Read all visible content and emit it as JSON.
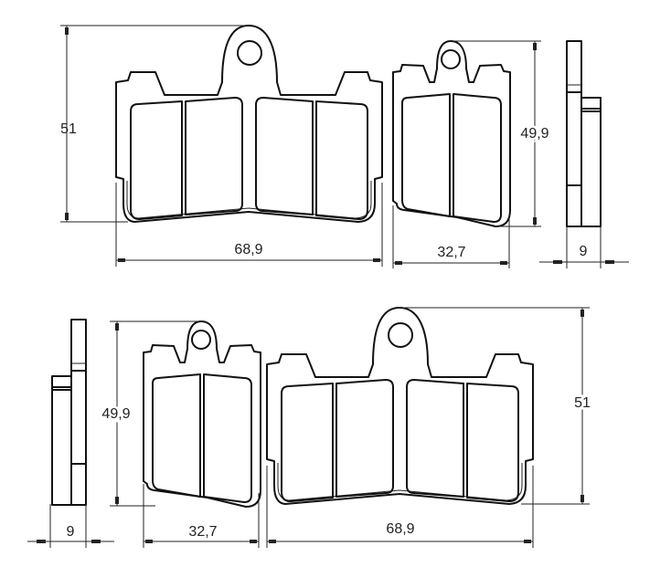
{
  "drawing": {
    "top_row": {
      "large_pad_height": "51",
      "large_pad_width": "68,9",
      "small_pad_height": "49,9",
      "small_pad_width": "32,7",
      "thickness": "9"
    },
    "bottom_row": {
      "small_pad_height": "49,9",
      "thickness": "9",
      "small_pad_width": "32,7",
      "large_pad_width": "68,9",
      "large_pad_height": "51"
    }
  }
}
